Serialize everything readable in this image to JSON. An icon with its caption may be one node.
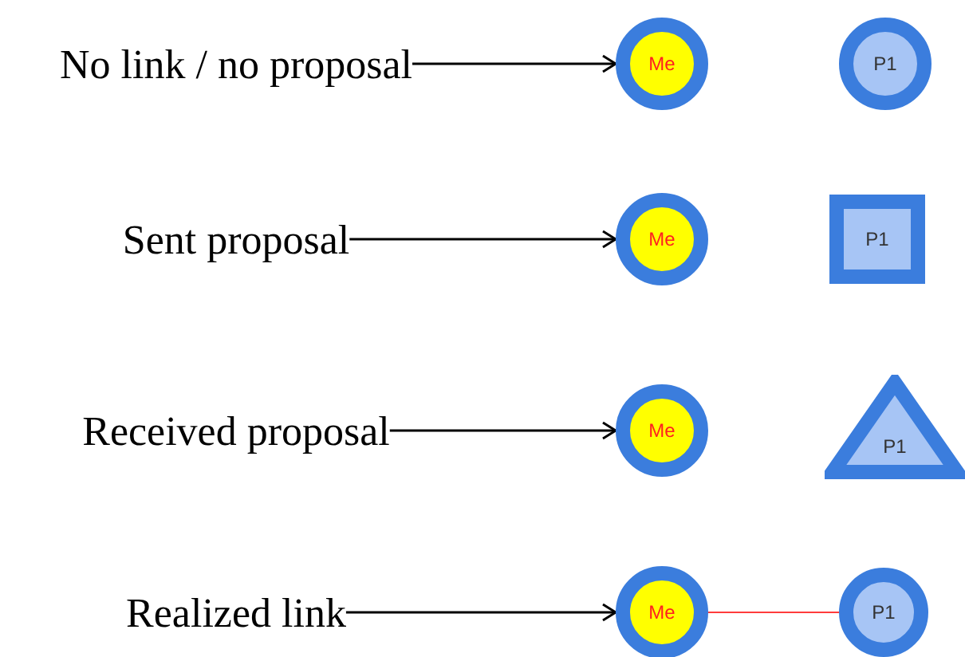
{
  "diagram": {
    "nodes": [
      {
        "text": [
          "No link / no proposal"
        ]
      },
      {
        "text": [
          "Me"
        ]
      },
      {
        "text": [
          "P1"
        ]
      },
      {
        "text": [
          "Sent proposal"
        ]
      },
      {
        "text": [
          "Me"
        ]
      },
      {
        "text": [
          "P1"
        ]
      },
      {
        "text": [
          "Received proposal"
        ]
      },
      {
        "text": [
          "Me"
        ]
      },
      {
        "text": [
          "P1"
        ]
      },
      {
        "text": [
          "Realized link"
        ]
      },
      {
        "text": [
          "Me"
        ]
      },
      {
        "text": [
          "P1"
        ]
      }
    ],
    "edges": [
      {
        "from": 0,
        "to": 1,
        "arrow": "to"
      },
      {
        "from": 3,
        "to": 4,
        "arrow": "to"
      },
      {
        "from": 6,
        "to": 7,
        "arrow": "to"
      },
      {
        "from": 9,
        "to": 10,
        "arrow": "to"
      },
      {
        "from": 10,
        "to": 11,
        "arrow": "none",
        "color": "#ff3b3b"
      }
    ]
  }
}
